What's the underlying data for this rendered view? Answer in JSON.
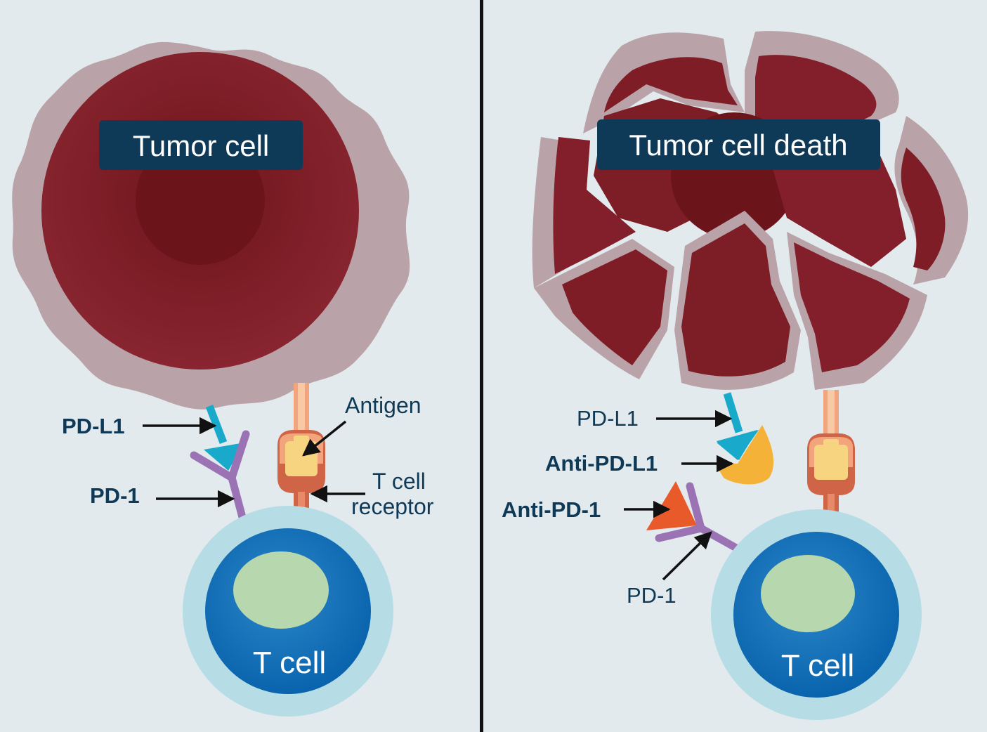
{
  "left_panel": {
    "title": "Tumor cell",
    "labels": {
      "pd_l1": "PD-L1",
      "pd_1": "PD-1",
      "antigen": "Antigen",
      "tcr_line1": "T cell",
      "tcr_line2": "receptor"
    },
    "t_cell": "T cell"
  },
  "right_panel": {
    "title": "Tumor cell death",
    "labels": {
      "pd_l1": "PD-L1",
      "anti_pd_l1": "Anti-PD-L1",
      "anti_pd_1": "Anti-PD-1",
      "pd_1": "PD-1"
    },
    "t_cell": "T cell"
  },
  "colors": {
    "background": "#e2eaee",
    "tumor_membrane": "#b9a3a8",
    "tumor_cytoplasm": "#821f2a",
    "tumor_nucleus": "#6b1419",
    "title_box": "#0f3a57",
    "label_text": "#0f3a57",
    "pd_l1": "#18a9cb",
    "pd_1": "#9b73b5",
    "antigen": "#f7d47f",
    "receptor_outer": "#cf6446",
    "receptor_inner": "#f2a57c",
    "anti_pd_l1": "#f5b238",
    "anti_pd_1": "#e85a2a",
    "t_cell_membrane": "#b6dce6",
    "t_cell_body": "#0b6cb8",
    "t_cell_nucleus": "#b7d7ae",
    "divider": "#111111"
  }
}
